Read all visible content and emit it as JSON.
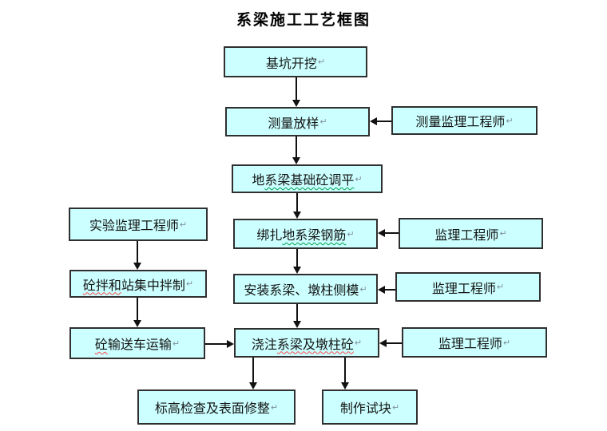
{
  "title": "系梁施工工艺框图",
  "marks": {
    "return": "↵"
  },
  "colors": {
    "box_fill": "#ccffff",
    "box_border": "#2f2f2f",
    "arrow": "#111111",
    "squiggle_green": "#00a14b",
    "squiggle_red": "#ff4a4a"
  },
  "boxes": {
    "excavation": {
      "label": "基坑开挖"
    },
    "survey": {
      "label": "测量放样"
    },
    "survey_supervisor": {
      "label": "测量监理工程师"
    },
    "leveling": {
      "pre": "地",
      "sq": "系梁基础砼调平"
    },
    "rebar": {
      "pre": "绑扎",
      "sq": "地系梁钢筋"
    },
    "rebar_supervisor": {
      "label": "监理工程师"
    },
    "formwork": {
      "label": "安装系梁、墩柱侧模"
    },
    "formwork_supervisor": {
      "label": "监理工程师"
    },
    "pouring": {
      "pre": "浇注",
      "sq": "系梁及墩柱砼"
    },
    "pouring_supervisor": {
      "label": "监理工程师"
    },
    "lab_supervisor": {
      "label": "实验监理工程师"
    },
    "mixing": {
      "sq": "砼拌和",
      "post": "站集中拌制"
    },
    "transport": {
      "sq": "砼",
      "post": "输送车运输"
    },
    "elevation_check": {
      "label": "标高检查及表面修整"
    },
    "test_block": {
      "label": "制作试块"
    }
  }
}
